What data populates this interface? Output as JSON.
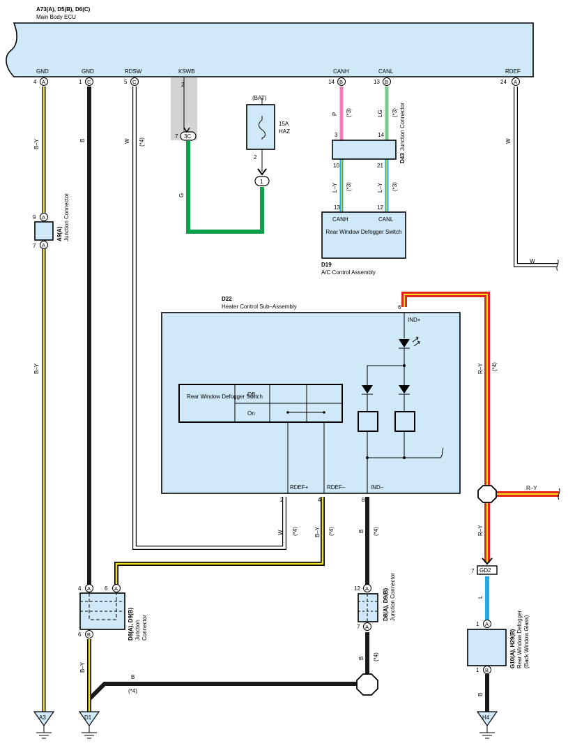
{
  "colors": {
    "box_fill": "#cfe9f8",
    "wire_black": "#1a1a1a",
    "wire_yellow": "#f4e21a",
    "wire_green": "#0aa14a",
    "wire_pink": "#ec7fb7",
    "wire_lightgreen": "#7ec98e",
    "wire_blue": "#25a9e0",
    "wire_red": "#e3261c",
    "wire_white": "#ffffff",
    "shade": "#d3d3d3"
  },
  "ecu": {
    "ids": "A73(A), D5(B), D6(C)",
    "name": "Main Body ECU",
    "terms": [
      {
        "label": "GND",
        "pin": "4",
        "conn": "A"
      },
      {
        "label": "GND",
        "pin": "1",
        "conn": "C"
      },
      {
        "label": "RDSW",
        "pin": "5",
        "conn": "C"
      },
      {
        "label": "KSWB",
        "pin": "2"
      },
      {
        "label": "CANH",
        "pin": "14",
        "conn": "B"
      },
      {
        "label": "CANL",
        "pin": "13",
        "conn": "B"
      },
      {
        "label": "RDEF",
        "pin": "24",
        "conn": "A"
      }
    ]
  },
  "wires": {
    "by": "B–Y",
    "b": "B",
    "w": "W",
    "g": "G",
    "p": "P",
    "lg": "LG",
    "ly": "L–Y",
    "ry": "R–Y",
    "l": "L"
  },
  "notes": {
    "n3": "(*3)",
    "n4": "(*4)"
  },
  "kswb_pin2": "2",
  "kswb_pin7": "7",
  "kswb_3c": "3C",
  "fuse": {
    "source": "(BAT)",
    "rating": "15A",
    "name": "HAZ",
    "pin": "2",
    "out": "1"
  },
  "d43": {
    "id": "D43",
    "name": "Junction Connector",
    "pins": [
      "3",
      "14",
      "10",
      "21"
    ]
  },
  "d19": {
    "id": "D19",
    "name": "A/C Control Assembly",
    "title": "Rear Window Defogger Switch",
    "canh": "CANH",
    "canl": "CANL",
    "pin_h": "13",
    "pin_l": "12"
  },
  "a9": {
    "id": "A9(A)",
    "name": "Junction Connector",
    "pin_top": "9",
    "pin_bottom": "7",
    "conn": "A"
  },
  "d22": {
    "id": "D22",
    "name": "Heater Control Sub–Assembly",
    "ind_plus": "IND+",
    "pin6": "6",
    "switch_title": "Rear Window Defogger Switch",
    "off": "Off",
    "on": "On",
    "rdef_plus": "RDEF+",
    "rdef_minus": "RDEF–",
    "ind_minus": "IND–",
    "pins": [
      "2",
      "4",
      "8"
    ]
  },
  "d8_left": {
    "id": "D8(A), D9(B)",
    "name": "Junction Connector",
    "pin4": "4",
    "pin6a": "6",
    "pin6b": "6"
  },
  "d8_right": {
    "id": "D8(A), D9(B)",
    "name": "Junction Connector",
    "pin12": "12",
    "pin7": "7"
  },
  "gd2": {
    "label": "GD2",
    "pin": "7"
  },
  "g10": {
    "id": "G10(A), H29(B)",
    "name": "Rear Window Defogger",
    "sub": "(Back Window Glass)",
    "pin_top": "1",
    "pin_bottom": "1"
  },
  "grounds": [
    "A3",
    "D1",
    "H4"
  ],
  "conn": {
    "a": "A",
    "b": "B",
    "c": "C"
  }
}
